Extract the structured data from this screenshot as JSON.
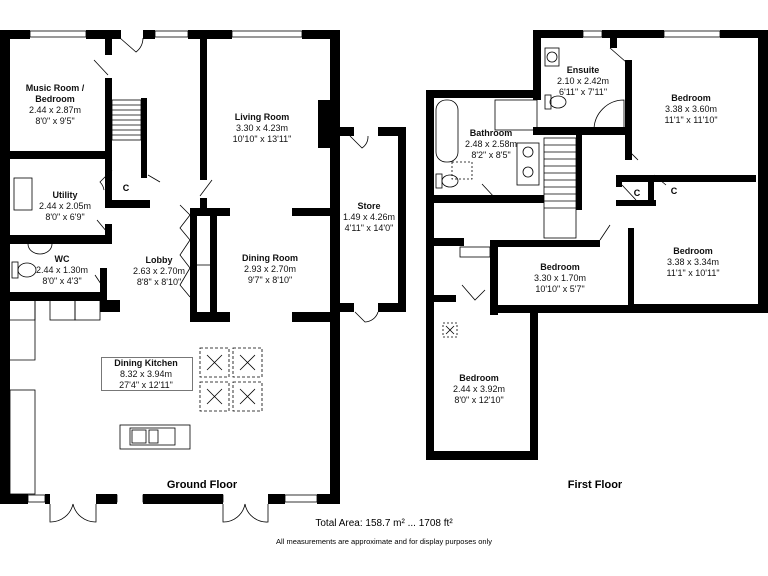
{
  "ground_floor": {
    "title": "Ground Floor",
    "rooms": [
      {
        "name": "Music Room /",
        "name2": "Bedroom",
        "metric": "2.44 x 2.87m",
        "imperial": "8'0\" x 9'5\""
      },
      {
        "name": "Utility",
        "metric": "2.44 x 2.05m",
        "imperial": "8'0\" x 6'9\""
      },
      {
        "name": "WC",
        "metric": "2.44 x 1.30m",
        "imperial": "8'0\" x 4'3\""
      },
      {
        "name": "Lobby",
        "metric": "2.63 x 2.70m",
        "imperial": "8'8\" x 8'10\""
      },
      {
        "name": "Living Room",
        "metric": "3.30 x 4.23m",
        "imperial": "10'10\" x 13'11\""
      },
      {
        "name": "Dining Room",
        "metric": "2.93 x 2.70m",
        "imperial": "9'7\" x 8'10\""
      },
      {
        "name": "Store",
        "metric": "1.49 x 4.26m",
        "imperial": "4'11\" x 14'0\""
      },
      {
        "name": "Dining Kitchen",
        "metric": "8.32 x 3.94m",
        "imperial": "27'4\" x 12'11\""
      }
    ],
    "cupboards": [
      "C"
    ]
  },
  "first_floor": {
    "title": "First Floor",
    "rooms": [
      {
        "name": "Ensuite",
        "metric": "2.10 x 2.42m",
        "imperial": "6'11\" x 7'11\""
      },
      {
        "name": "Bedroom",
        "metric": "3.38 x 3.60m",
        "imperial": "11'1\" x 11'10\""
      },
      {
        "name": "Bathroom",
        "metric": "2.48 x 2.58m",
        "imperial": "8'2\" x 8'5\""
      },
      {
        "name": "Bedroom",
        "metric": "3.38 x 3.34m",
        "imperial": "11'1\" x 10'11\""
      },
      {
        "name": "Bedroom",
        "metric": "3.30 x 1.70m",
        "imperial": "10'10\" x 5'7\""
      },
      {
        "name": "Bedroom",
        "metric": "2.44 x 3.92m",
        "imperial": "8'0\" x 12'10\""
      }
    ],
    "cupboards": [
      "C",
      "C"
    ]
  },
  "footer": {
    "total_area": "Total Area: 158.7 m² ... 1708 ft²",
    "disclaimer": "All measurements are approximate and for display purposes only"
  },
  "colors": {
    "wall": "#000000",
    "fixture": "#666666",
    "background": "#ffffff"
  }
}
